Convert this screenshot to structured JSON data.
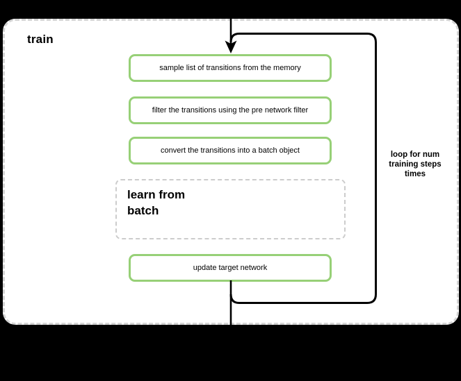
{
  "diagram": {
    "title": "train",
    "steps": [
      {
        "label": "sample list of transitions from the memory"
      },
      {
        "label": "filter the transitions using the pre network filter"
      },
      {
        "label": "convert the transitions into a batch object"
      },
      {
        "label": "learn from batch",
        "lines": [
          "learn from",
          "batch"
        ]
      },
      {
        "label": "update target network"
      }
    ],
    "loop_label": {
      "text": "loop for num training steps times",
      "lines": [
        "loop for num",
        "training steps",
        "times"
      ]
    },
    "colors": {
      "step_border": "#97d077",
      "step_fill": "#ffffff",
      "learn_box_border": "#cccccc",
      "container_border": "#d4d4d4",
      "container_fill": "#ffffff",
      "line": "#000000",
      "page_background": "#000000"
    }
  }
}
